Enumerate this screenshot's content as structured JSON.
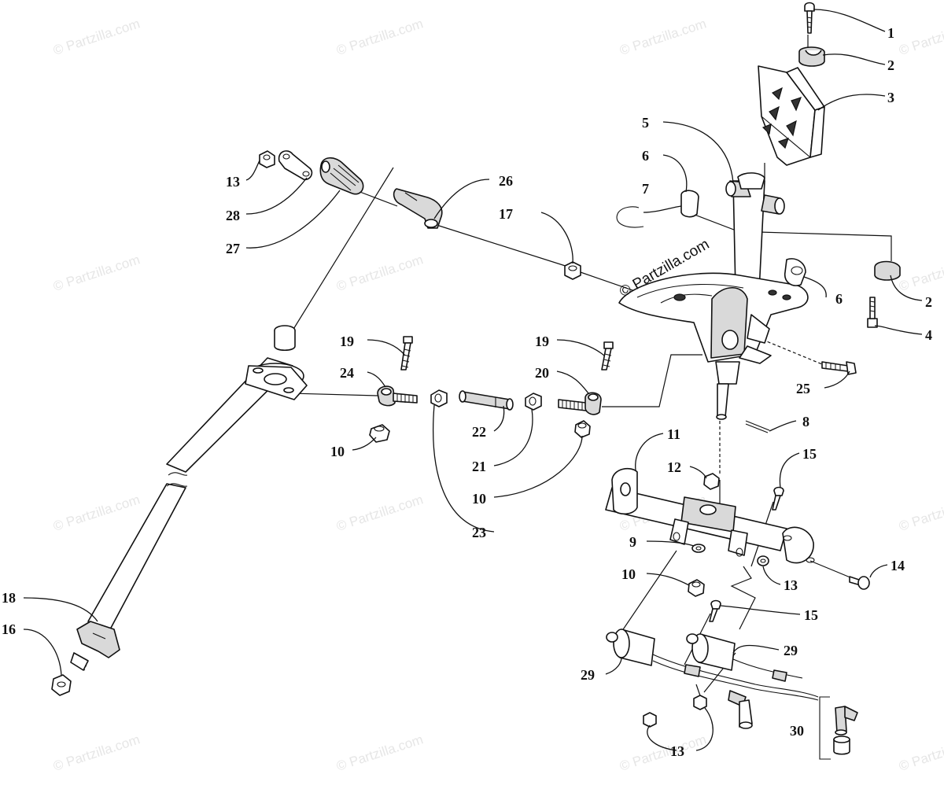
{
  "watermark": "© Partzilla.com",
  "callouts": [
    {
      "id": "c1",
      "label": "1"
    },
    {
      "id": "c2a",
      "label": "2"
    },
    {
      "id": "c3",
      "label": "3"
    },
    {
      "id": "c5",
      "label": "5"
    },
    {
      "id": "c6a",
      "label": "6"
    },
    {
      "id": "c7",
      "label": "7"
    },
    {
      "id": "c26",
      "label": "26"
    },
    {
      "id": "c13a",
      "label": "13"
    },
    {
      "id": "c28",
      "label": "28"
    },
    {
      "id": "c27",
      "label": "27"
    },
    {
      "id": "c17",
      "label": "17"
    },
    {
      "id": "c6b",
      "label": "6"
    },
    {
      "id": "c2b",
      "label": "2"
    },
    {
      "id": "c4",
      "label": "4"
    },
    {
      "id": "c19a",
      "label": "19"
    },
    {
      "id": "c24",
      "label": "24"
    },
    {
      "id": "c19b",
      "label": "19"
    },
    {
      "id": "c20",
      "label": "20"
    },
    {
      "id": "c25",
      "label": "25"
    },
    {
      "id": "c22",
      "label": "22"
    },
    {
      "id": "c10a",
      "label": "10"
    },
    {
      "id": "c21",
      "label": "21"
    },
    {
      "id": "c8",
      "label": "8"
    },
    {
      "id": "c11",
      "label": "11"
    },
    {
      "id": "c15a",
      "label": "15"
    },
    {
      "id": "c12",
      "label": "12"
    },
    {
      "id": "c10b",
      "label": "10"
    },
    {
      "id": "c23",
      "label": "23"
    },
    {
      "id": "c9",
      "label": "9"
    },
    {
      "id": "c10c",
      "label": "10"
    },
    {
      "id": "c14",
      "label": "14"
    },
    {
      "id": "c13b",
      "label": "13"
    },
    {
      "id": "c18",
      "label": "18"
    },
    {
      "id": "c16",
      "label": "16"
    },
    {
      "id": "c15b",
      "label": "15"
    },
    {
      "id": "c29a",
      "label": "29"
    },
    {
      "id": "c29b",
      "label": "29"
    },
    {
      "id": "c30",
      "label": "30"
    },
    {
      "id": "c13c",
      "label": "13"
    }
  ]
}
